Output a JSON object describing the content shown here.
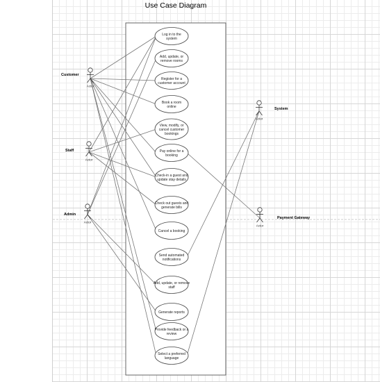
{
  "diagram": {
    "title": "Use Case Diagram",
    "actors": [
      {
        "id": "customer",
        "name": "Customer",
        "sub": "Actor"
      },
      {
        "id": "staff",
        "name": "Staff",
        "sub": "Actor"
      },
      {
        "id": "admin",
        "name": "Admin",
        "sub": "Actor"
      },
      {
        "id": "system",
        "name": "System",
        "sub": "Actor"
      },
      {
        "id": "payment",
        "name": "Payment Gateway",
        "sub": "Actor"
      }
    ],
    "use_cases": [
      {
        "id": "login",
        "lines": [
          "Log in to the",
          "system"
        ]
      },
      {
        "id": "rooms",
        "lines": [
          "Add, update, or",
          "remove rooms"
        ]
      },
      {
        "id": "register",
        "lines": [
          "Register for a",
          "customer account"
        ]
      },
      {
        "id": "book",
        "lines": [
          "Book a room",
          "online"
        ]
      },
      {
        "id": "view",
        "lines": [
          "View, modify, or",
          "cancel customer",
          "bookings"
        ]
      },
      {
        "id": "pay",
        "lines": [
          "Pay online for a",
          "booking"
        ]
      },
      {
        "id": "checkin",
        "lines": [
          "Check-in a guest and",
          "update stay details"
        ]
      },
      {
        "id": "checkout",
        "lines": [
          "Check out guests and",
          "generate bills"
        ]
      },
      {
        "id": "cancel",
        "lines": [
          "Cancel a booking"
        ]
      },
      {
        "id": "notify",
        "lines": [
          "Send automated",
          "notifications"
        ]
      },
      {
        "id": "staffmgmt",
        "lines": [
          "Add, update, or remove",
          "staff"
        ]
      },
      {
        "id": "reports",
        "lines": [
          "Generate reports"
        ]
      },
      {
        "id": "feedback",
        "lines": [
          "Provide feedback or a",
          "review"
        ]
      },
      {
        "id": "language",
        "lines": [
          "Select a preferred",
          "language"
        ]
      }
    ],
    "associations": [
      [
        "customer",
        "login"
      ],
      [
        "customer",
        "register"
      ],
      [
        "customer",
        "book"
      ],
      [
        "customer",
        "pay"
      ],
      [
        "customer",
        "cancel"
      ],
      [
        "customer",
        "feedback"
      ],
      [
        "customer",
        "language"
      ],
      [
        "customer",
        "checkin"
      ],
      [
        "staff",
        "login"
      ],
      [
        "staff",
        "checkin"
      ],
      [
        "staff",
        "checkout"
      ],
      [
        "staff",
        "view"
      ],
      [
        "admin",
        "login"
      ],
      [
        "admin",
        "rooms"
      ],
      [
        "admin",
        "staffmgmt"
      ],
      [
        "admin",
        "reports"
      ],
      [
        "system",
        "notify"
      ],
      [
        "system",
        "language"
      ],
      [
        "payment",
        "pay"
      ]
    ]
  }
}
